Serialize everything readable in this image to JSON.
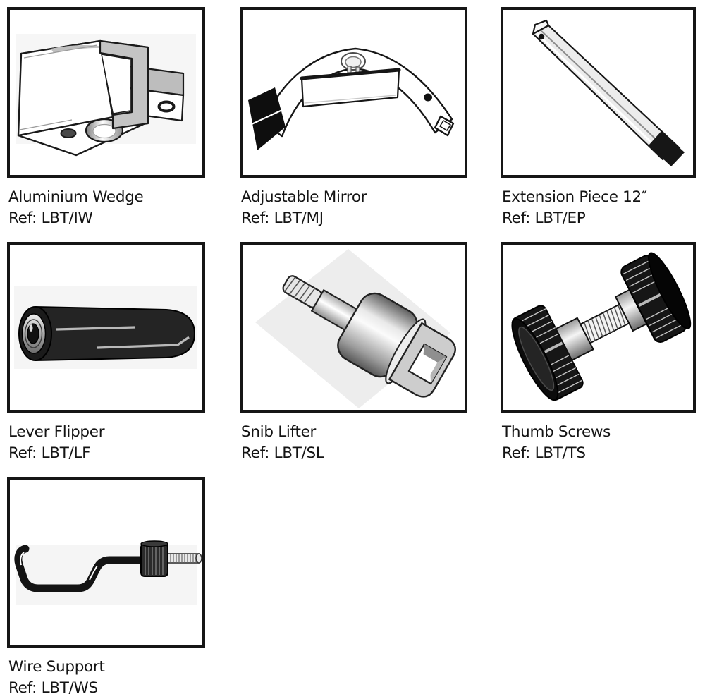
{
  "page": {
    "background": "#ffffff",
    "kind": "product catalog sheet"
  },
  "colors": {
    "frame_border": "#161616",
    "text": "#141414",
    "backdrop_band": "#f5f5f5"
  },
  "catalog": {
    "items": [
      {
        "name": "Aluminium Wedge",
        "ref": "Ref: LBT/IW",
        "illustration": "aluminium-wedge-drawing"
      },
      {
        "name": "Adjustable Mirror",
        "ref": "Ref: LBT/MJ",
        "illustration": "adjustable-mirror-drawing"
      },
      {
        "name": "Extension Piece 12″",
        "ref": "Ref: LBT/EP",
        "illustration": "extension-piece-drawing"
      },
      {
        "name": "Lever Flipper",
        "ref": "Ref: LBT/LF",
        "illustration": "lever-flipper-drawing"
      },
      {
        "name": "Snib Lifter",
        "ref": "Ref: LBT/SL",
        "illustration": "snib-lifter-drawing"
      },
      {
        "name": "Thumb Screws",
        "ref": "Ref: LBT/TS",
        "illustration": "thumb-screws-drawing"
      },
      {
        "name": "Wire Support",
        "ref": "Ref: LBT/WS",
        "illustration": "wire-support-drawing"
      }
    ]
  }
}
